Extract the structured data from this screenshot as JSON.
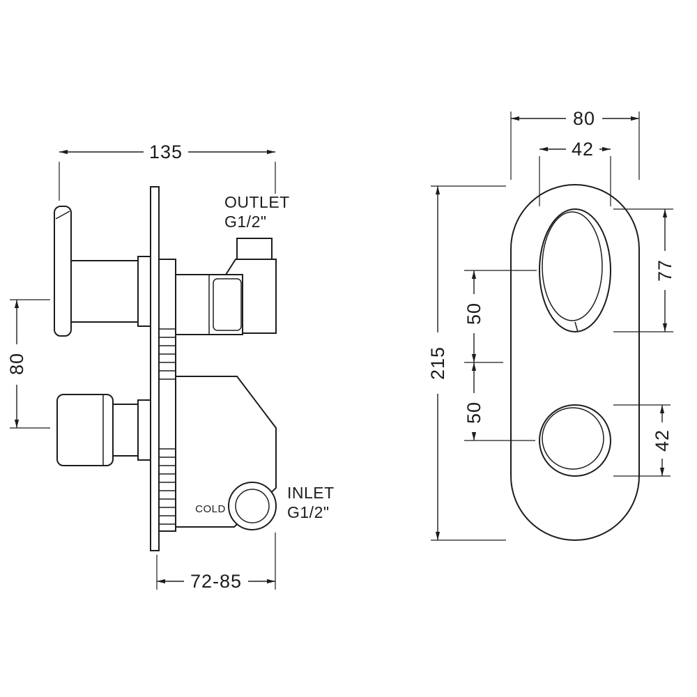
{
  "meta": {
    "line_color": "#1c1c1c",
    "background_color": "#ffffff"
  },
  "side_view": {
    "dim_overall_width": "135",
    "dim_handle_centers": "80",
    "dim_install_depth": "72-85",
    "outlet_label": "OUTLET",
    "outlet_thread": "G1/2\"",
    "inlet_label": "INLET",
    "inlet_thread": "G1/2\"",
    "cold_label": "COLD"
  },
  "front_view": {
    "dim_plate_width": "80",
    "dim_cutout_width": "42",
    "dim_plate_height": "215",
    "dim_cutout_height": "77",
    "dim_upper_offset": "50",
    "dim_lower_offset": "50",
    "dim_knob_diameter": "42"
  }
}
